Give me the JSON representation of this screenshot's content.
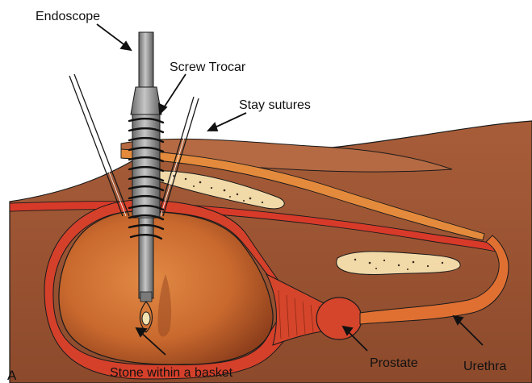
{
  "figure": {
    "panel_letter": "A",
    "labels": {
      "endoscope": "Endoscope",
      "screw_trocar": "Screw Trocar",
      "stay_sutures": "Stay sutures",
      "stone": "Stone within a basket",
      "prostate": "Prostate",
      "urethra": "Urethra"
    }
  },
  "colors": {
    "tissue": "#9b5332",
    "tissue_light": "#b46a44",
    "bladder_fill": "#c46a2e",
    "bladder_wall": "#d5402a",
    "vessel": "#d83a2a",
    "instrument": "#8d8d8d",
    "fat": "#f1d9a8",
    "outline": "#1a1a1a"
  }
}
